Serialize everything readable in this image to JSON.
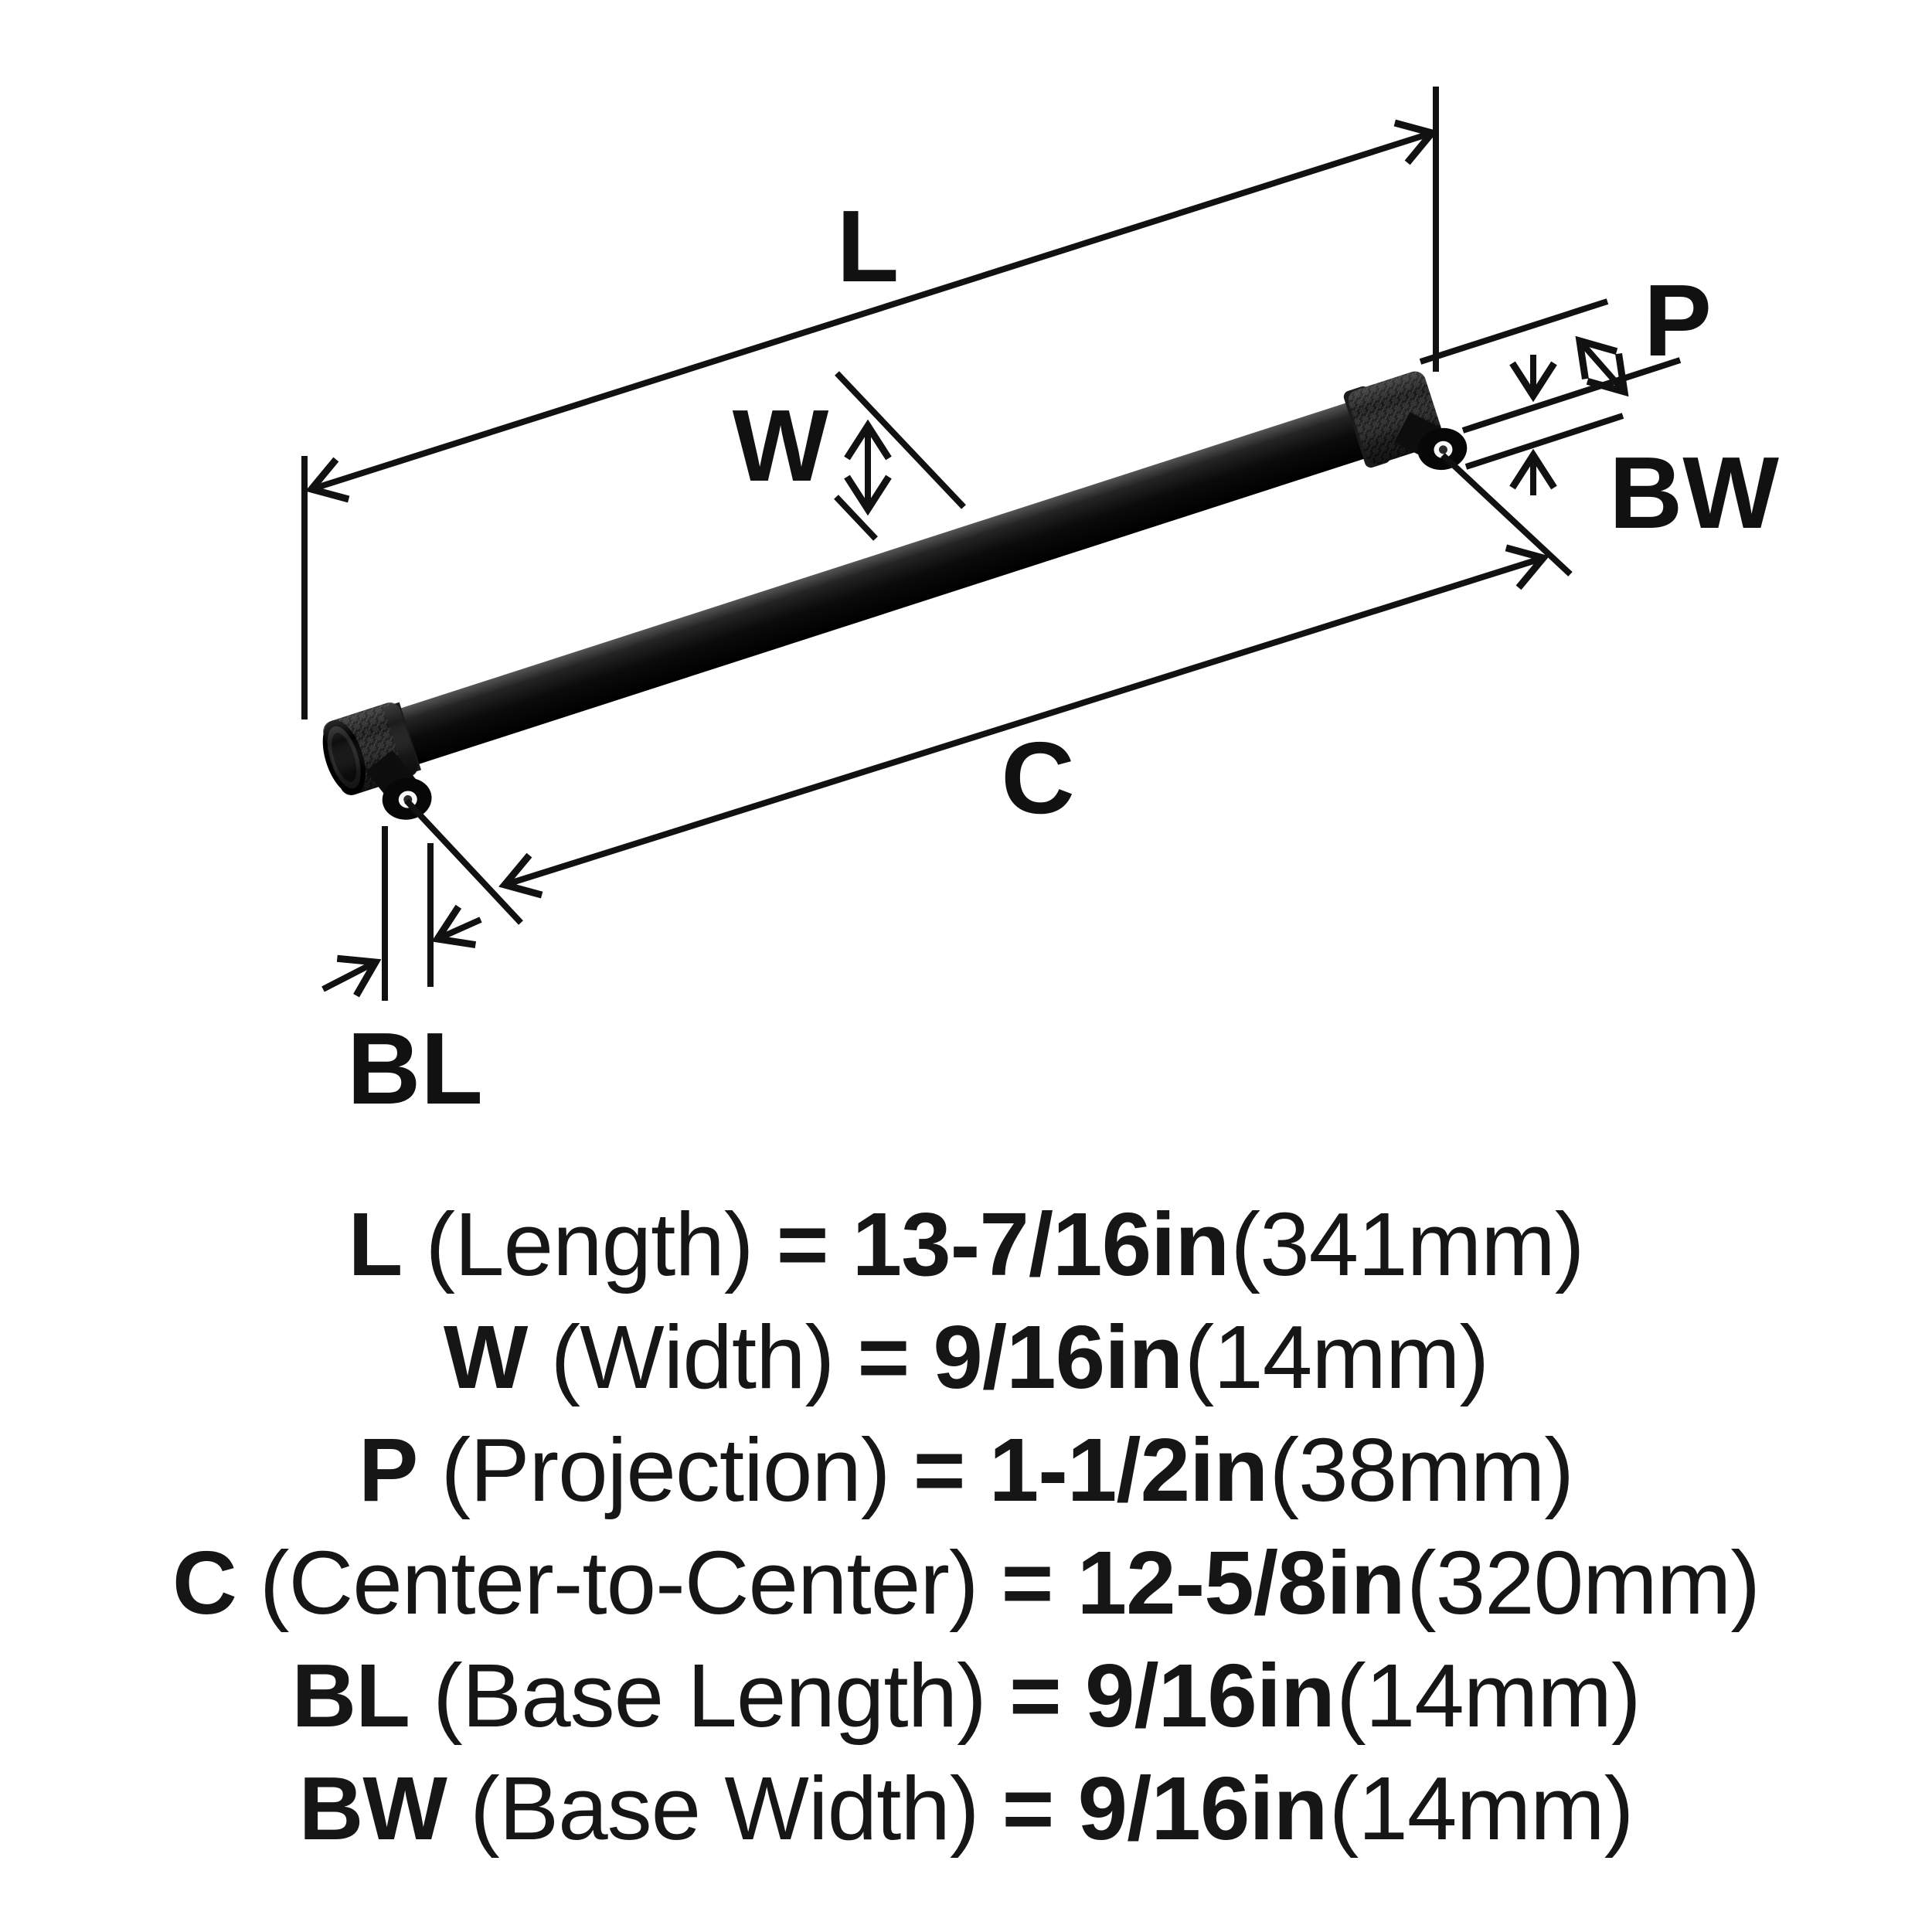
{
  "diagram": {
    "labels": {
      "length": "L",
      "width": "W",
      "projection": "P",
      "center_to_center": "C",
      "base_length": "BL",
      "base_width": "BW"
    }
  },
  "specs": [
    {
      "letter": "L",
      "name": "(Length)",
      "eq_value": "= 13-7/16in",
      "metric": "(341mm)"
    },
    {
      "letter": "W",
      "name": "(Width)",
      "eq_value": "= 9/16in",
      "metric": "(14mm)"
    },
    {
      "letter": "P",
      "name": "(Projection)",
      "eq_value": "= 1-1/2in",
      "metric": "(38mm)"
    },
    {
      "letter": "C",
      "name": "(Center-to-Center)",
      "eq_value": "= 12-5/8in",
      "metric": "(320mm)"
    },
    {
      "letter": "BL",
      "name": "(Base Length)",
      "eq_value": "= 9/16in",
      "metric": "(14mm)"
    },
    {
      "letter": "BW",
      "name": "(Base Width)",
      "eq_value": "= 9/16in",
      "metric": "(14mm)"
    }
  ],
  "colors": {
    "ink": "#111111",
    "handle_black": "#0f0f0f",
    "background": "#ffffff"
  }
}
